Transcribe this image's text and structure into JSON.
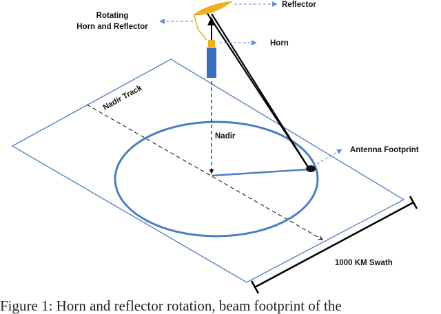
{
  "labels": {
    "rotating_line1": "Rotating",
    "rotating_line2": "Horn and Reflector",
    "reflector": "Reflector",
    "horn": "Horn",
    "nadir_track": "Nadir Track",
    "nadir": "Nadir",
    "antenna_footprint": "Antenna Footprint",
    "swath": "1000 KM Swath"
  },
  "caption": "Figure 1: Horn and reflector rotation, beam footprint of the",
  "colors": {
    "plane_edge": "#4a7cc4",
    "scan_circle": "#4a7cc4",
    "beam_ray": "#4a7cc4",
    "annotation_arrow": "#5b8fd6",
    "reflector": "#f2b01e",
    "horn": "#f2b01e",
    "feed_tube": "#3a6fbf",
    "line": "#000000"
  }
}
